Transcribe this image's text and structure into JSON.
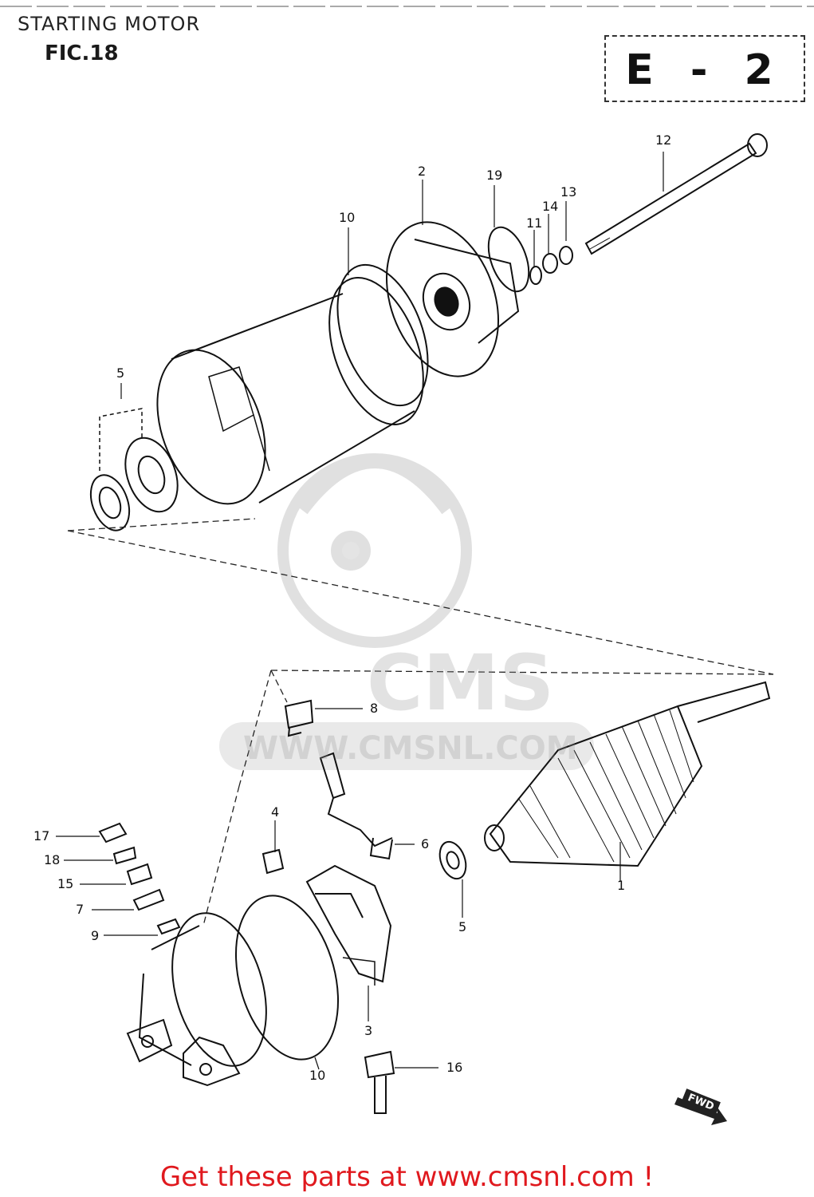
{
  "header": {
    "title": "STARTING MOTOR",
    "figure": "FIC.18"
  },
  "section_code": "E - 2",
  "watermark": {
    "brand": "CMS",
    "url": "WWW.CMSNL.COM"
  },
  "callouts": [
    "12",
    "2",
    "19",
    "13",
    "14",
    "11",
    "10",
    "5",
    "8",
    "17",
    "4",
    "18",
    "6",
    "5",
    "15",
    "1",
    "7",
    "9",
    "3",
    "16",
    "10"
  ],
  "fwd_label": "FWD",
  "footer": {
    "link_text": "Get these parts at www.cmsnl.com !"
  },
  "colors": {
    "footer_text": "#e0191e",
    "line_art": "#111111",
    "watermark": "#bdbdbd"
  }
}
